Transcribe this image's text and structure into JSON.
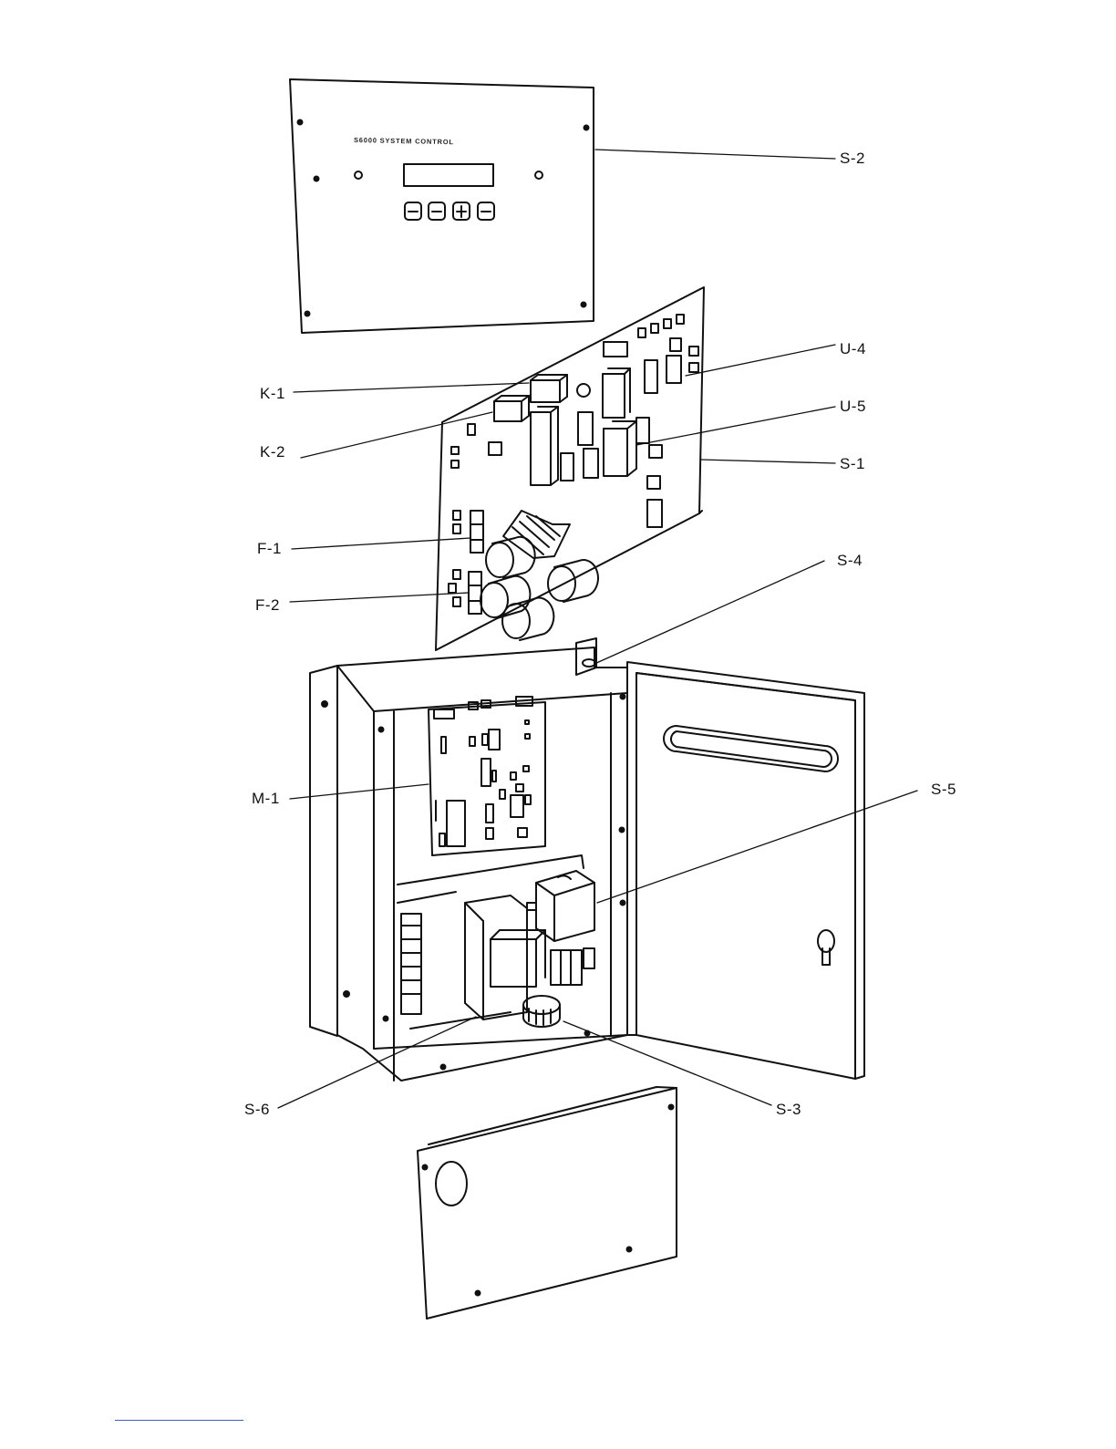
{
  "front_panel": {
    "title": "S6000 SYSTEM CONTROL"
  },
  "callouts": [
    {
      "id": "S-2",
      "label": "S-2"
    },
    {
      "id": "U-4",
      "label": "U-4"
    },
    {
      "id": "K-1",
      "label": "K-1"
    },
    {
      "id": "U-5",
      "label": "U-5"
    },
    {
      "id": "K-2",
      "label": "K-2"
    },
    {
      "id": "S-1",
      "label": "S-1"
    },
    {
      "id": "F-1",
      "label": "F-1"
    },
    {
      "id": "S-4",
      "label": "S-4"
    },
    {
      "id": "F-2",
      "label": "F-2"
    },
    {
      "id": "M-1",
      "label": "M-1"
    },
    {
      "id": "S-5",
      "label": "S-5"
    },
    {
      "id": "S-6",
      "label": "S-6"
    },
    {
      "id": "S-3",
      "label": "S-3"
    }
  ],
  "colors": {
    "ink": "#111111",
    "paper": "#ffffff",
    "footer_rule": "#3a5fc4"
  }
}
